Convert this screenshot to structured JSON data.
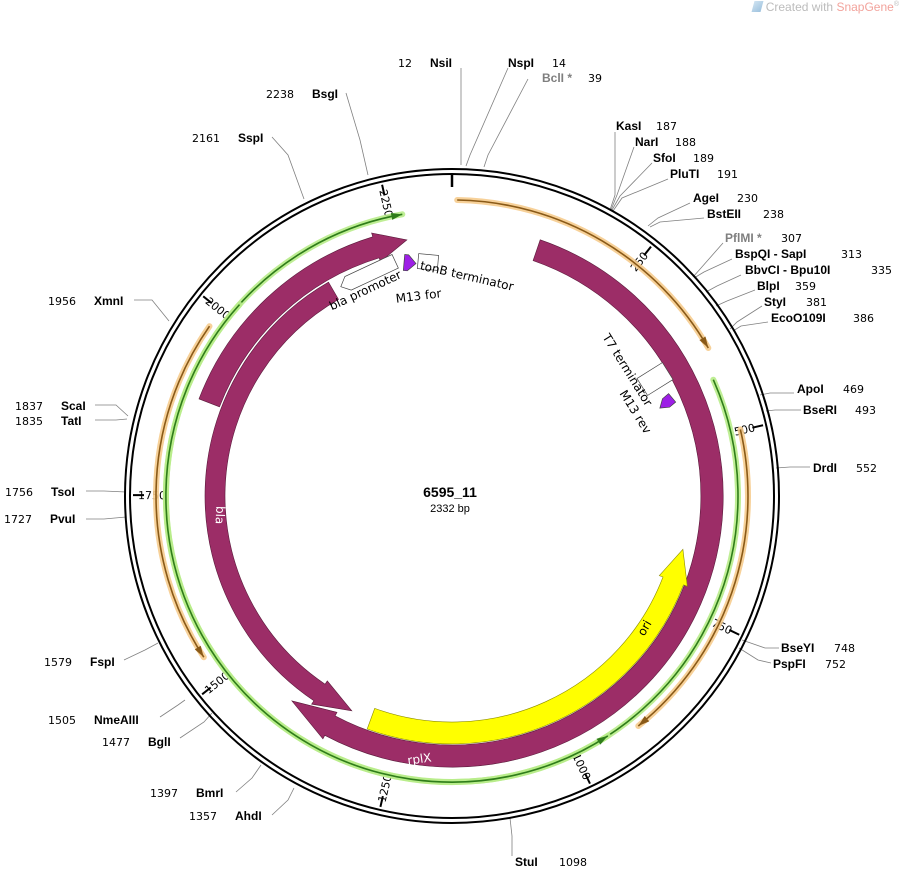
{
  "watermark": {
    "prefix": "Created with",
    "brand": "SnapGene",
    "mark": "®"
  },
  "plasmid": {
    "name": "6595_11",
    "size_label": "2332 bp",
    "length": 2332
  },
  "colors": {
    "backbone": "#000000",
    "cds": "#9c2d67",
    "origin": "#ffff00",
    "primer": "#9d1fe6",
    "orange_arrow": "#8a5a18",
    "orange_glow": "#f6cc8e",
    "green_arrow": "#2f7d1a",
    "green_glow": "#b8ec8a",
    "line": "#808080"
  },
  "ticks": [
    {
      "pos": 0,
      "label": ""
    },
    {
      "pos": 250,
      "label": "250"
    },
    {
      "pos": 500,
      "label": "500"
    },
    {
      "pos": 750,
      "label": "750"
    },
    {
      "pos": 1000,
      "label": "1000"
    },
    {
      "pos": 1250,
      "label": "1250"
    },
    {
      "pos": 1500,
      "label": "1500"
    },
    {
      "pos": 1750,
      "label": "1750"
    },
    {
      "pos": 2000,
      "label": "2000"
    },
    {
      "pos": 2250,
      "label": "2250"
    }
  ],
  "sites": [
    {
      "name": "NsiI",
      "pos": "12"
    },
    {
      "name": "NspI",
      "pos": "14"
    },
    {
      "name": "BclI *",
      "pos": "39",
      "grey": true
    },
    {
      "name": "KasI",
      "pos": "187"
    },
    {
      "name": "NarI",
      "pos": "188"
    },
    {
      "name": "SfoI",
      "pos": "189"
    },
    {
      "name": "PluTI",
      "pos": "191"
    },
    {
      "name": "AgeI",
      "pos": "230"
    },
    {
      "name": "BstEII",
      "pos": "238"
    },
    {
      "name": "PflMI *",
      "pos": "307",
      "grey": true
    },
    {
      "name": "BspQI  - SapI",
      "pos": "313"
    },
    {
      "name": "BbvCI  - Bpu10I",
      "pos": "335"
    },
    {
      "name": "BlpI",
      "pos": "359"
    },
    {
      "name": "StyI",
      "pos": "381"
    },
    {
      "name": "EcoO109I",
      "pos": "386"
    },
    {
      "name": "ApoI",
      "pos": "469"
    },
    {
      "name": "BseRI",
      "pos": "493"
    },
    {
      "name": "DrdI",
      "pos": "552"
    },
    {
      "name": "BseYI",
      "pos": "748"
    },
    {
      "name": "PspFI",
      "pos": "752"
    },
    {
      "name": "StuI",
      "pos": "1098"
    },
    {
      "name": "AhdI",
      "pos": "1357"
    },
    {
      "name": "BmrI",
      "pos": "1397"
    },
    {
      "name": "BglI",
      "pos": "1477"
    },
    {
      "name": "NmeAIII",
      "pos": "1505"
    },
    {
      "name": "FspI",
      "pos": "1579"
    },
    {
      "name": "PvuI",
      "pos": "1727"
    },
    {
      "name": "TsoI",
      "pos": "1756"
    },
    {
      "name": "TatI",
      "pos": "1835"
    },
    {
      "name": "ScaI",
      "pos": "1837"
    },
    {
      "name": "XmnI",
      "pos": "1956"
    },
    {
      "name": "SspI",
      "pos": "2161"
    },
    {
      "name": "BsgI",
      "pos": "2238"
    }
  ],
  "features": {
    "rplX": "rplX",
    "bla": "bla",
    "ori": "ori",
    "bla_promoter": "bla promoter",
    "tonB_terminator": "tonB terminator",
    "M13_for": "M13 for",
    "T7_terminator": "T7 terminator",
    "M13_rev": "M13 rev"
  }
}
